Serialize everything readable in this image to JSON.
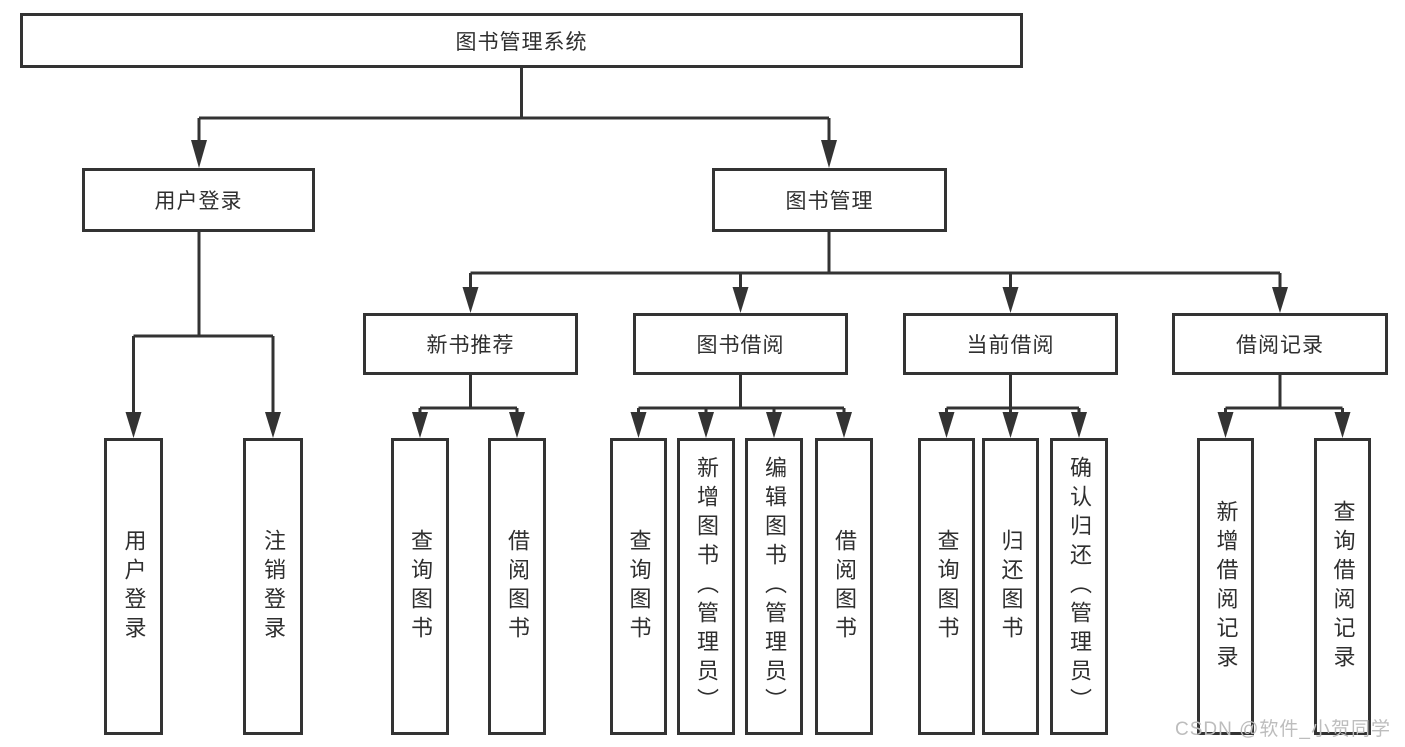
{
  "root_label": "图书管理系统",
  "level2": [
    "用户登录",
    "图书管理"
  ],
  "level3": [
    "新书推荐",
    "图书借阅",
    "当前借阅",
    "借阅记录"
  ],
  "leaves": {
    "user_login_group": [
      "用户登录",
      "注销登录"
    ],
    "new_book_group": [
      "查询图书",
      "借阅图书"
    ],
    "book_borrow_group": [
      "查询图书",
      "新增图书（管理员）",
      "编辑图书（管理员）",
      "借阅图书"
    ],
    "current_borrow_group": [
      "查询图书",
      "归还图书",
      "确认归还（管理员）"
    ],
    "borrow_record_group": [
      "新增借阅记录",
      "查询借阅记录"
    ]
  },
  "watermark": "CSDN @软件_小贺同学",
  "colors": {
    "line": "#333333",
    "text": "#2f2f2f",
    "background": "#ffffff",
    "watermark": "#bdbdbd"
  }
}
